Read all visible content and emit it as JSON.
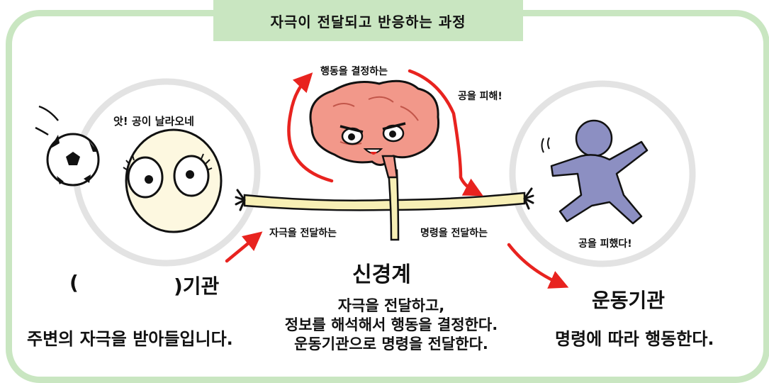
{
  "title": "자극이 전달되고 반응하는 과정",
  "sensory": {
    "speech": "앗! 공이 날라오네",
    "label_open": "(",
    "label_close": ")기관",
    "description": "주변의 자극을 받아들입니다."
  },
  "brain": {
    "decide_label": "행동을 결정하는",
    "dodge_label": "공을 피해!",
    "stimulus_label": "자극을 전달하는",
    "command_label": "명령을 전달하는"
  },
  "nervous": {
    "name": "신경계",
    "lines": [
      "자극을 전달하고,",
      "정보를 해석해서 행동을 결정한다.",
      "운동기관으로 명령을 전달한다."
    ]
  },
  "motor": {
    "speech": "공을 피했다!",
    "name": "운동기관",
    "description": "명령에 따라 행동한다."
  },
  "colors": {
    "frame": "#c9e6c1",
    "circle": "#e3e3e3",
    "arrow": "#e8231f",
    "brain": "#f2988a",
    "nerve": "#f7efb5",
    "runner": "#8c8fc2"
  }
}
